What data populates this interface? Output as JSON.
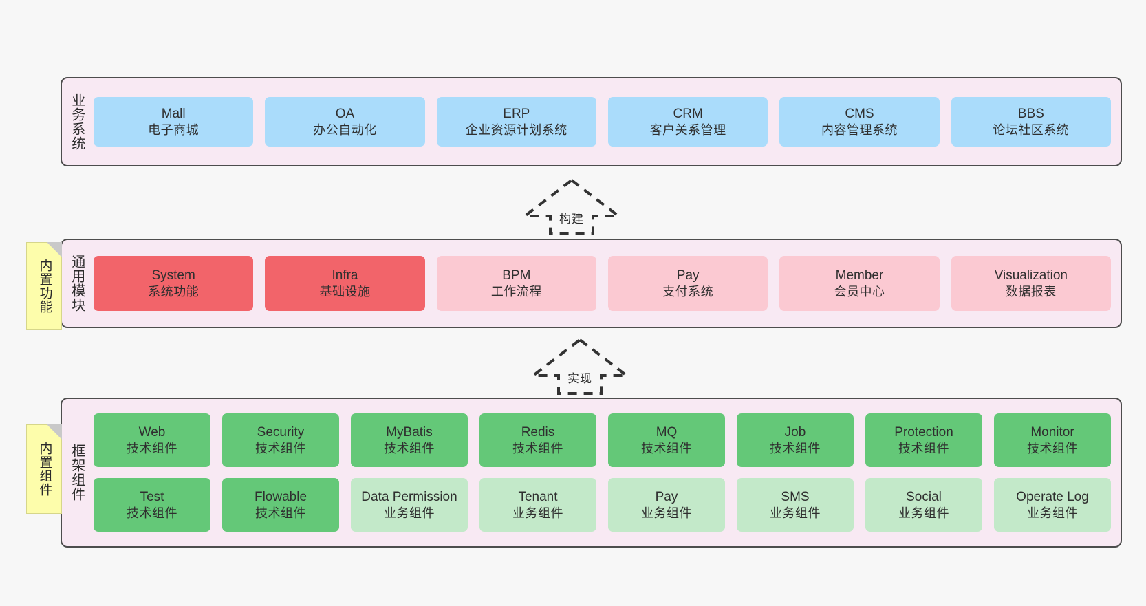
{
  "canvas": {
    "background": "#f7f7f7",
    "band_fill": "#f8e9f3",
    "band_border": "#4d4d4d"
  },
  "notes": [
    {
      "id": "builtin-features",
      "text": "内置功能",
      "color": "#fdfdab"
    },
    {
      "id": "builtin-components",
      "text": "内置组件",
      "color": "#fdfdab"
    }
  ],
  "arrows": [
    {
      "id": "build",
      "label": "构建",
      "style": "dashed-hollow-up"
    },
    {
      "id": "implement",
      "label": "实现",
      "style": "dashed-hollow-up"
    }
  ],
  "bands": [
    {
      "id": "business",
      "label": "业务系统",
      "rows": [
        {
          "cells": [
            {
              "en": "Mall",
              "cn": "电子商城",
              "color": "#aadcfb"
            },
            {
              "en": "OA",
              "cn": "办公自动化",
              "color": "#aadcfb"
            },
            {
              "en": "ERP",
              "cn": "企业资源计划系统",
              "color": "#aadcfb"
            },
            {
              "en": "CRM",
              "cn": "客户关系管理",
              "color": "#aadcfb"
            },
            {
              "en": "CMS",
              "cn": "内容管理系统",
              "color": "#aadcfb"
            },
            {
              "en": "BBS",
              "cn": "论坛社区系统",
              "color": "#aadcfb"
            }
          ]
        }
      ]
    },
    {
      "id": "modules",
      "label": "通用模块",
      "rows": [
        {
          "cells": [
            {
              "en": "System",
              "cn": "系统功能",
              "color": "#f2646a"
            },
            {
              "en": "Infra",
              "cn": "基础设施",
              "color": "#f2646a"
            },
            {
              "en": "BPM",
              "cn": "工作流程",
              "color": "#fbc9d2"
            },
            {
              "en": "Pay",
              "cn": "支付系统",
              "color": "#fbc9d2"
            },
            {
              "en": "Member",
              "cn": "会员中心",
              "color": "#fbc9d2"
            },
            {
              "en": "Visualization",
              "cn": "数据报表",
              "color": "#fbc9d2"
            }
          ]
        }
      ]
    },
    {
      "id": "framework",
      "label": "框架组件",
      "rows": [
        {
          "cells": [
            {
              "en": "Web",
              "cn": "技术组件",
              "color": "#64c878"
            },
            {
              "en": "Security",
              "cn": "技术组件",
              "color": "#64c878"
            },
            {
              "en": "MyBatis",
              "cn": "技术组件",
              "color": "#64c878"
            },
            {
              "en": "Redis",
              "cn": "技术组件",
              "color": "#64c878"
            },
            {
              "en": "MQ",
              "cn": "技术组件",
              "color": "#64c878"
            },
            {
              "en": "Job",
              "cn": "技术组件",
              "color": "#64c878"
            },
            {
              "en": "Protection",
              "cn": "技术组件",
              "color": "#64c878"
            },
            {
              "en": "Monitor",
              "cn": "技术组件",
              "color": "#64c878"
            }
          ]
        },
        {
          "cells": [
            {
              "en": "Test",
              "cn": "技术组件",
              "color": "#64c878"
            },
            {
              "en": "Flowable",
              "cn": "技术组件",
              "color": "#64c878"
            },
            {
              "en": "Data Permission",
              "cn": "业务组件",
              "color": "#c3e9c9"
            },
            {
              "en": "Tenant",
              "cn": "业务组件",
              "color": "#c3e9c9"
            },
            {
              "en": "Pay",
              "cn": "业务组件",
              "color": "#c3e9c9"
            },
            {
              "en": "SMS",
              "cn": "业务组件",
              "color": "#c3e9c9"
            },
            {
              "en": "Social",
              "cn": "业务组件",
              "color": "#c3e9c9"
            },
            {
              "en": "Operate Log",
              "cn": "业务组件",
              "color": "#c3e9c9"
            }
          ]
        }
      ]
    }
  ]
}
